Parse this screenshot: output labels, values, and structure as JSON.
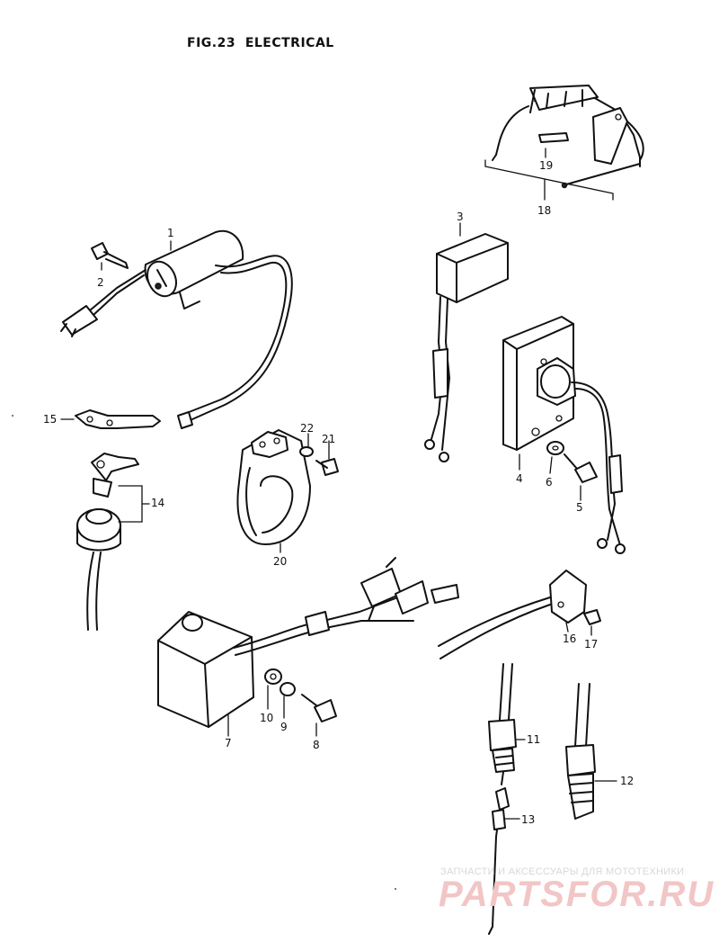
{
  "figure": {
    "title": "FIG.23  ELECTRICAL"
  },
  "callouts": {
    "p1": "1",
    "p2": "2",
    "p3": "3",
    "p4": "4",
    "p5": "5",
    "p6": "6",
    "p7": "7",
    "p8": "8",
    "p9": "9",
    "p10": "10",
    "p11": "11",
    "p12": "12",
    "p13": "13",
    "p14": "14",
    "p15": "15",
    "p16": "16",
    "p17": "17",
    "p18": "18",
    "p19": "19",
    "p20": "20",
    "p21": "21",
    "p22": "22"
  },
  "watermark": {
    "tagline": "ЗАПЧАСТИ И АКСЕССУАРЫ ДЛЯ МОТОТЕХНИКИ",
    "logo": "PARTSFOR.RU"
  }
}
